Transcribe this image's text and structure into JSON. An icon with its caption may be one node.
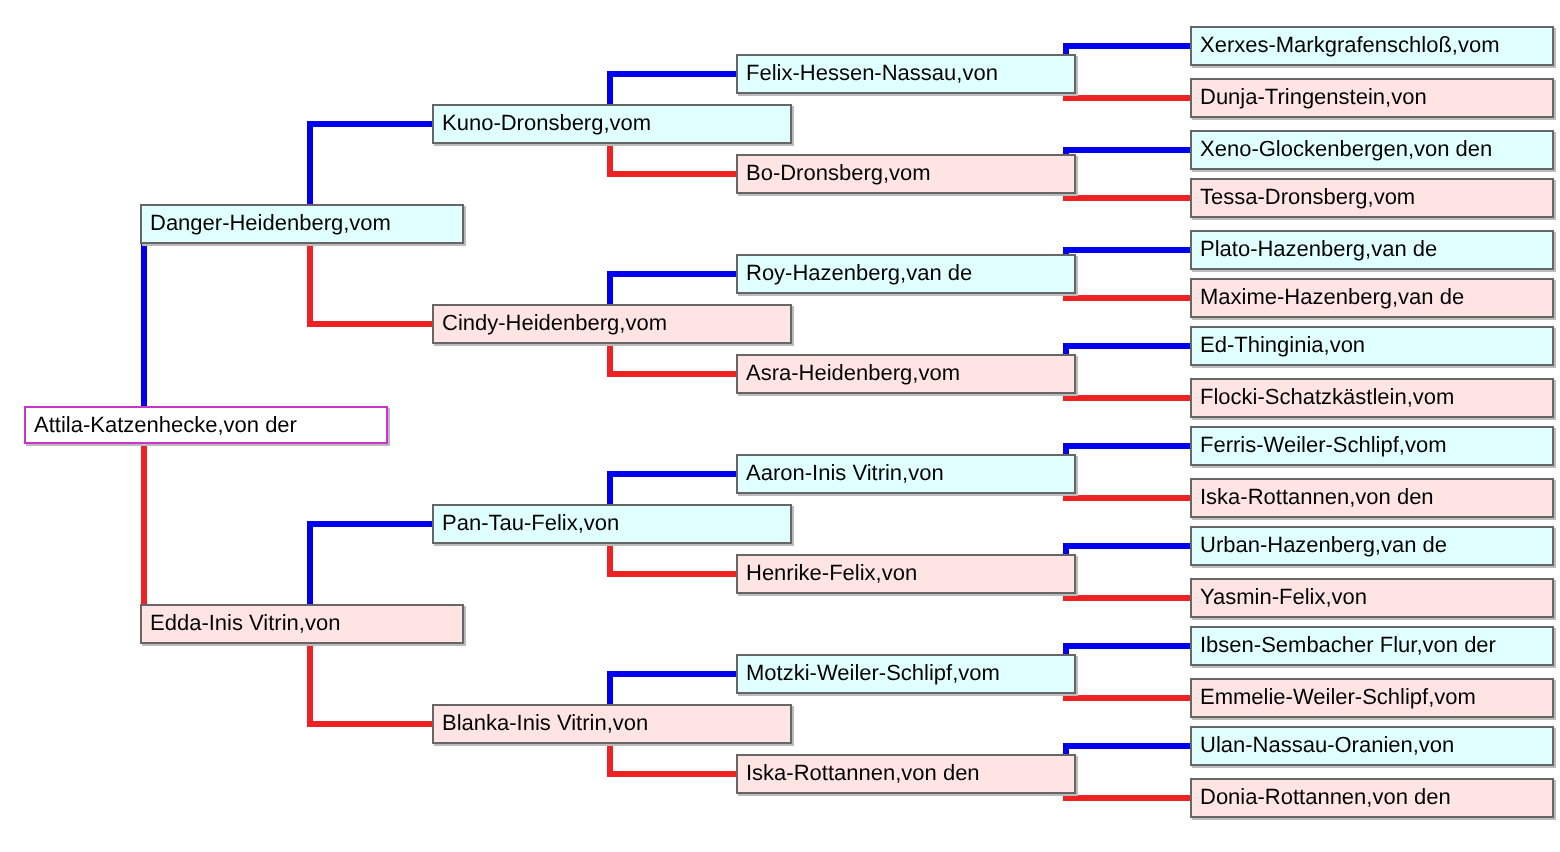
{
  "diagram": {
    "nodes": [
      {
        "text": [
          "Attila-Katzenhecke,von der"
        ]
      },
      {
        "text": [
          "Danger-Heidenberg,vom"
        ]
      },
      {
        "text": [
          "Edda-Inis Vitrin,von"
        ]
      },
      {
        "text": [
          "Kuno-Dronsberg,vom"
        ]
      },
      {
        "text": [
          "Cindy-Heidenberg,vom"
        ]
      },
      {
        "text": [
          "Pan-Tau-Felix,von"
        ]
      },
      {
        "text": [
          "Blanka-Inis Vitrin,von"
        ]
      },
      {
        "text": [
          "Felix-Hessen-Nassau,von"
        ]
      },
      {
        "text": [
          "Bo-Dronsberg,vom"
        ]
      },
      {
        "text": [
          "Roy-Hazenberg,van de"
        ]
      },
      {
        "text": [
          "Asra-Heidenberg,vom"
        ]
      },
      {
        "text": [
          "Aaron-Inis Vitrin,von"
        ]
      },
      {
        "text": [
          "Henrike-Felix,von"
        ]
      },
      {
        "text": [
          "Motzki-Weiler-Schlipf,vom"
        ]
      },
      {
        "text": [
          "Iska-Rottannen,von den"
        ]
      },
      {
        "text": [
          "Xerxes-Markgrafenschloß,vom"
        ]
      },
      {
        "text": [
          "Dunja-Tringenstein,von"
        ]
      },
      {
        "text": [
          "Xeno-Glockenbergen,von den"
        ]
      },
      {
        "text": [
          "Tessa-Dronsberg,vom"
        ]
      },
      {
        "text": [
          "Plato-Hazenberg,van de"
        ]
      },
      {
        "text": [
          "Maxime-Hazenberg,van de"
        ]
      },
      {
        "text": [
          "Ed-Thinginia,von"
        ]
      },
      {
        "text": [
          "Flocki-Schatzkästlein,vom"
        ]
      },
      {
        "text": [
          "Ferris-Weiler-Schlipf,vom"
        ]
      },
      {
        "text": [
          "Iska-Rottannen,von den"
        ]
      },
      {
        "text": [
          "Urban-Hazenberg,van de"
        ]
      },
      {
        "text": [
          "Yasmin-Felix,von"
        ]
      },
      {
        "text": [
          "Ibsen-Sembacher Flur,von der"
        ]
      },
      {
        "text": [
          "Emmelie-Weiler-Schlipf,vom"
        ]
      },
      {
        "text": [
          "Ulan-Nassau-Oranien,von"
        ]
      },
      {
        "text": [
          "Donia-Rottannen,von den"
        ]
      }
    ],
    "edges": [
      {
        "from": 0,
        "to": 1,
        "arrow": "none",
        "color": "#0000ee"
      },
      {
        "from": 0,
        "to": 2,
        "arrow": "none",
        "color": "#ee2222"
      },
      {
        "from": 1,
        "to": 3,
        "arrow": "none",
        "color": "#0000ee"
      },
      {
        "from": 1,
        "to": 4,
        "arrow": "none",
        "color": "#ee2222"
      },
      {
        "from": 2,
        "to": 5,
        "arrow": "none",
        "color": "#0000ee"
      },
      {
        "from": 2,
        "to": 6,
        "arrow": "none",
        "color": "#ee2222"
      },
      {
        "from": 3,
        "to": 7,
        "arrow": "none",
        "color": "#0000ee"
      },
      {
        "from": 3,
        "to": 8,
        "arrow": "none",
        "color": "#ee2222"
      },
      {
        "from": 4,
        "to": 9,
        "arrow": "none",
        "color": "#0000ee"
      },
      {
        "from": 4,
        "to": 10,
        "arrow": "none",
        "color": "#ee2222"
      },
      {
        "from": 5,
        "to": 11,
        "arrow": "none",
        "color": "#0000ee"
      },
      {
        "from": 5,
        "to": 12,
        "arrow": "none",
        "color": "#ee2222"
      },
      {
        "from": 6,
        "to": 13,
        "arrow": "none",
        "color": "#0000ee"
      },
      {
        "from": 6,
        "to": 14,
        "arrow": "none",
        "color": "#ee2222"
      },
      {
        "from": 7,
        "to": 15,
        "arrow": "none",
        "color": "#0000ee"
      },
      {
        "from": 7,
        "to": 16,
        "arrow": "none",
        "color": "#ee2222"
      },
      {
        "from": 8,
        "to": 17,
        "arrow": "none",
        "color": "#0000ee"
      },
      {
        "from": 8,
        "to": 18,
        "arrow": "none",
        "color": "#ee2222"
      },
      {
        "from": 9,
        "to": 19,
        "arrow": "none",
        "color": "#0000ee"
      },
      {
        "from": 9,
        "to": 20,
        "arrow": "none",
        "color": "#ee2222"
      },
      {
        "from": 10,
        "to": 21,
        "arrow": "none",
        "color": "#0000ee"
      },
      {
        "from": 10,
        "to": 22,
        "arrow": "none",
        "color": "#ee2222"
      },
      {
        "from": 11,
        "to": 23,
        "arrow": "none",
        "color": "#0000ee"
      },
      {
        "from": 11,
        "to": 24,
        "arrow": "none",
        "color": "#ee2222"
      },
      {
        "from": 12,
        "to": 25,
        "arrow": "none",
        "color": "#0000ee"
      },
      {
        "from": 12,
        "to": 26,
        "arrow": "none",
        "color": "#ee2222"
      },
      {
        "from": 13,
        "to": 27,
        "arrow": "none",
        "color": "#0000ee"
      },
      {
        "from": 13,
        "to": 28,
        "arrow": "none",
        "color": "#ee2222"
      },
      {
        "from": 14,
        "to": 29,
        "arrow": "none",
        "color": "#0000ee"
      },
      {
        "from": 14,
        "to": 30,
        "arrow": "none",
        "color": "#ee2222"
      }
    ]
  }
}
